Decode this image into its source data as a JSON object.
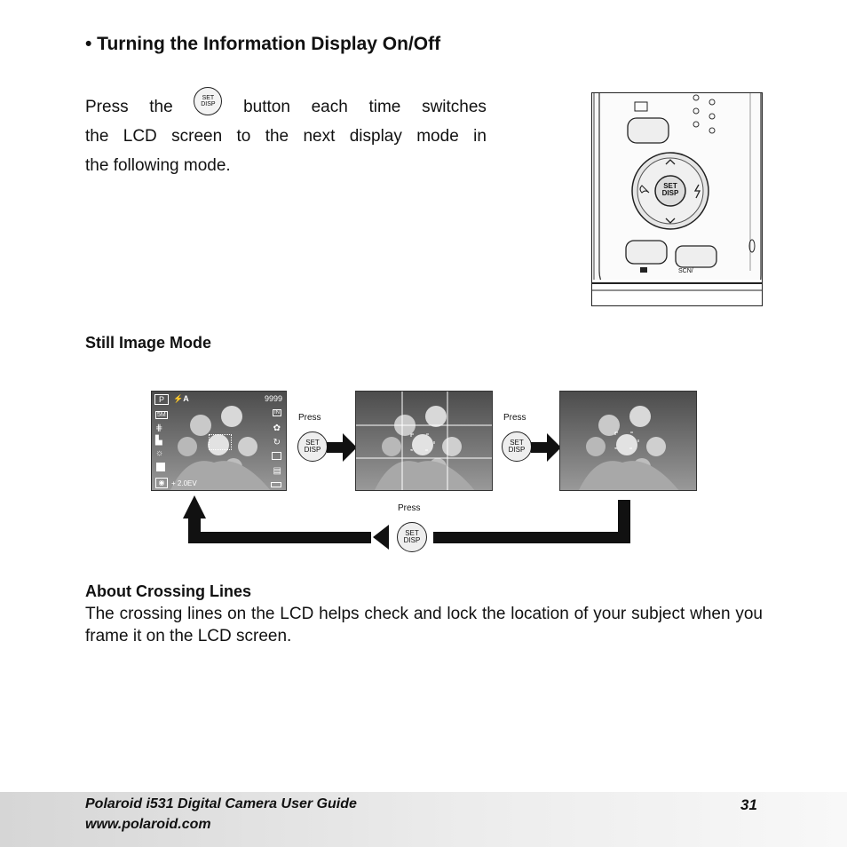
{
  "heading": "• Turning the Information Display On/Off",
  "intro": {
    "line1_words": [
      "Press",
      "the",
      "button",
      "each",
      "time",
      "switches"
    ],
    "line2_words": [
      "the",
      "LCD",
      "screen",
      "to",
      "the",
      "next",
      "display",
      "mode",
      "in"
    ],
    "line3": "the following mode."
  },
  "set_disp_button": {
    "top": "SET",
    "bottom": "DISP"
  },
  "camera_illustration": {
    "center_top": "SET",
    "center_bottom": "DISP",
    "right_button_label": "SCN/"
  },
  "still_image_mode": {
    "title": "Still Image Mode",
    "press_label": "Press",
    "lcd1": {
      "mode": "P",
      "flash": "⚡A",
      "count": "9999",
      "resolution": "5M",
      "memory": "IN",
      "ev": "+ 2.0EV"
    }
  },
  "about": {
    "title": "About Crossing Lines",
    "text": "The crossing lines on the LCD helps check and lock the location of your subject when you frame it on the LCD screen."
  },
  "footer": {
    "guide_title": "Polaroid i531 Digital Camera User Guide",
    "url": "www.polaroid.com",
    "page_number": "31"
  },
  "colors": {
    "ink": "#111111",
    "footer_gradient_start": "#d6d6d6"
  }
}
